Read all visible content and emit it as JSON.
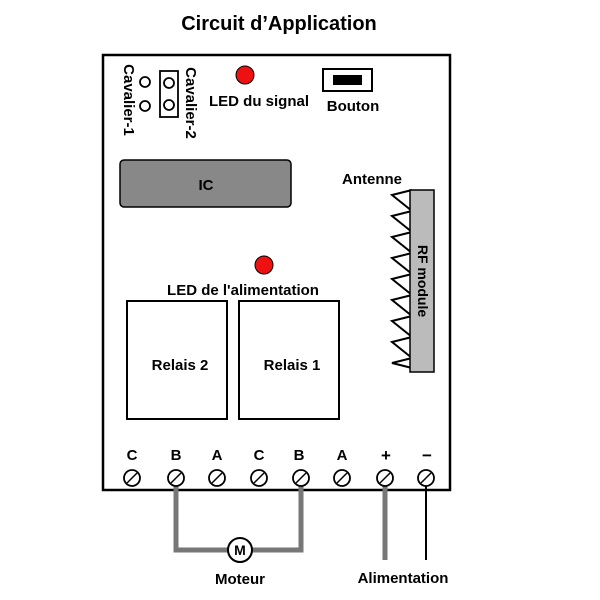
{
  "title": "Circuit d’Application",
  "labels": {
    "jumper1": "Cavalier-1",
    "jumper2": "Cavalier-2",
    "signal_led": "LED du signal",
    "button": "Bouton",
    "ic": "IC",
    "antenna": "Antenne",
    "rf_module": "RF module",
    "power_led": "LED de l'alimentation",
    "relay2": "Relais 2",
    "relay1": "Relais 1",
    "motor_symbol": "M",
    "motor": "Moteur",
    "power_supply": "Alimentation"
  },
  "terminals": [
    "C",
    "B",
    "A",
    "C",
    "B",
    "A",
    "+",
    "−"
  ],
  "colors": {
    "led": "#ee1111",
    "ic_fill": "#888888",
    "rf_fill": "#bbbbbb",
    "wire_gray": "#777777",
    "wire_black": "#000000",
    "board_outline": "#000000"
  }
}
